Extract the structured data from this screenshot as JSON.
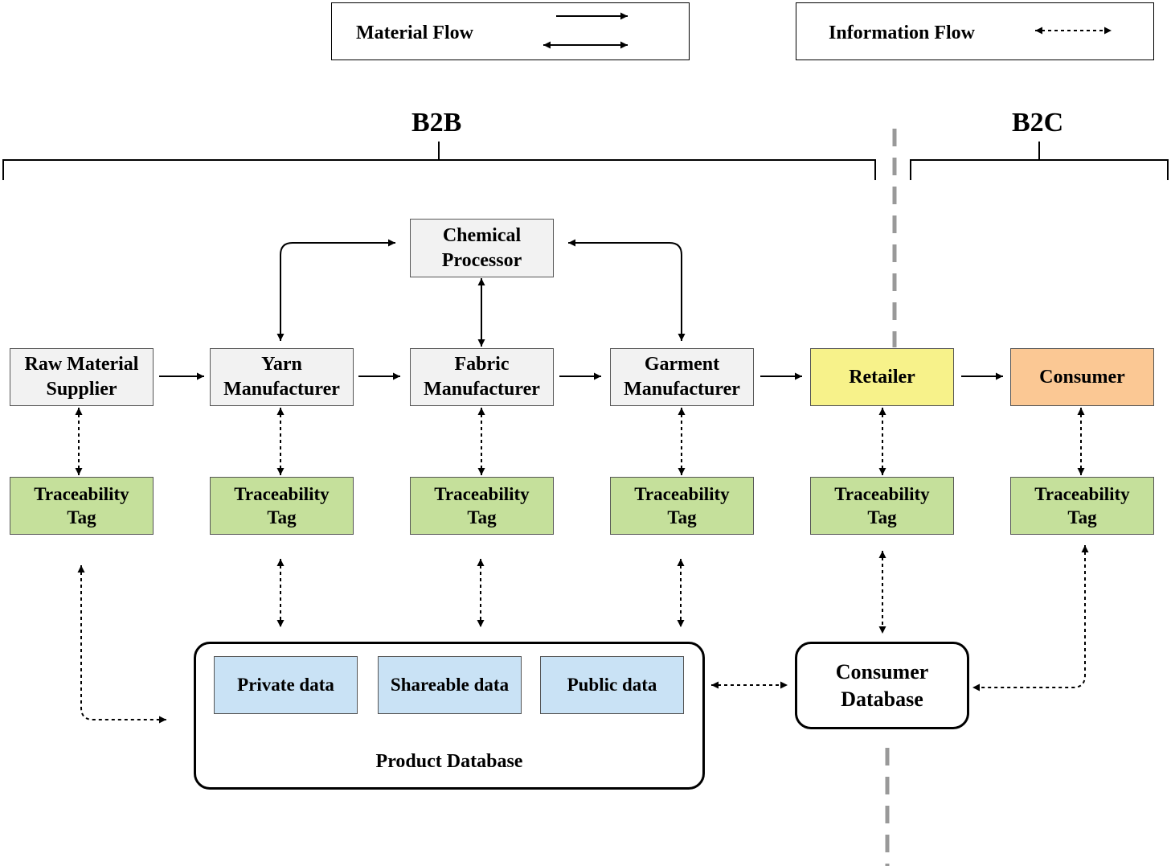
{
  "legend": {
    "material_flow": "Material Flow",
    "information_flow": "Information Flow"
  },
  "sections": {
    "b2b": "B2B",
    "b2c": "B2C"
  },
  "actors": {
    "raw_material_supplier": "Raw Material\nSupplier",
    "yarn_manufacturer": "Yarn\nManufacturer",
    "fabric_manufacturer": "Fabric\nManufacturer",
    "garment_manufacturer": "Garment\nManufacturer",
    "retailer": "Retailer",
    "consumer": "Consumer",
    "chemical_processor": "Chemical\nProcessor"
  },
  "tags": {
    "tag_label": "Traceability\nTag"
  },
  "product_database": {
    "title": "Product Database",
    "private": "Private data",
    "shareable": "Shareable data",
    "public": "Public data"
  },
  "consumer_database": {
    "title": "Consumer\nDatabase"
  },
  "colors": {
    "actor_fill": "#f2f2f2",
    "tag_fill": "#c5e09b",
    "data_fill": "#c9e2f5",
    "retailer_fill": "#f7f28a",
    "consumer_fill": "#fbc894",
    "divider": "#999999"
  }
}
